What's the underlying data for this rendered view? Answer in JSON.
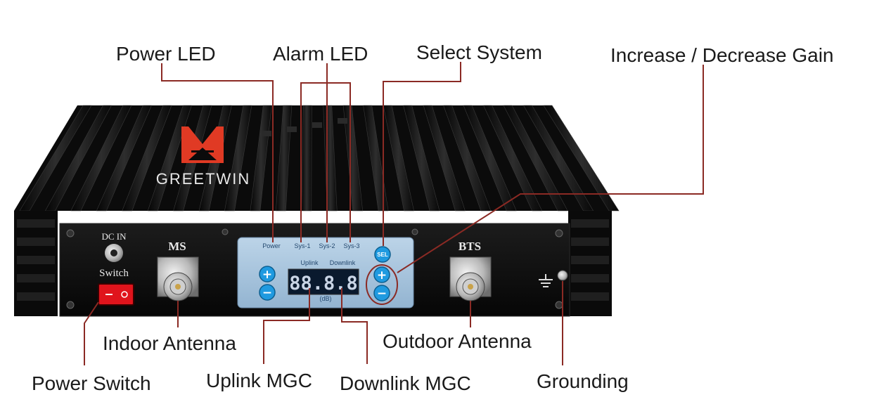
{
  "callouts": {
    "power_led": "Power LED",
    "alarm_led": "Alarm LED",
    "select_system": "Select System",
    "gain": "Increase / Decrease Gain",
    "indoor_antenna": "Indoor Antenna",
    "outdoor_antenna": "Outdoor Antenna",
    "power_switch": "Power Switch",
    "uplink_mgc": "Uplink MGC",
    "downlink_mgc": "Downlink MGC",
    "grounding": "Grounding"
  },
  "device": {
    "brand": "GREETWIN",
    "dc_in": "DC IN",
    "switch": "Switch",
    "ms": "MS",
    "bts": "BTS",
    "panel": {
      "power": "Power",
      "sys1": "Sys-1",
      "sys2": "Sys-2",
      "sys3": "Sys-3",
      "uplink": "Uplink",
      "downlink": "Downlink",
      "sel": "SEL",
      "display": "88.8.8",
      "unit": "(dB)",
      "plus": "+",
      "minus": "−"
    }
  },
  "colors": {
    "leader_line": "#8b2a24",
    "device_body": "#111111",
    "panel": "#a8c6df",
    "brand_logo": "#e03a24",
    "switch_red": "#e0141c"
  }
}
